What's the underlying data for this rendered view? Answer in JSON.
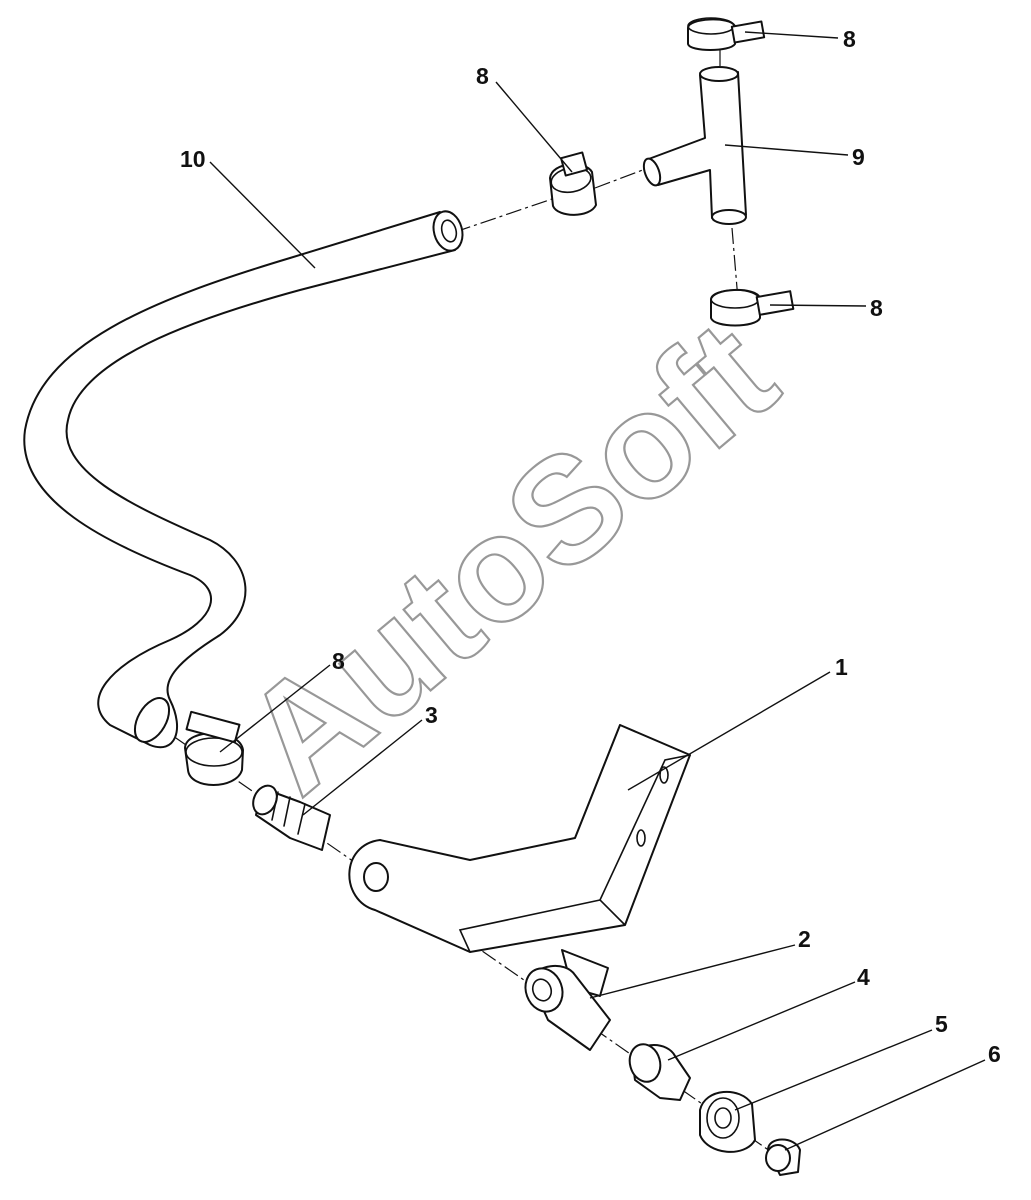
{
  "watermark": "AutoSoft",
  "callouts": {
    "c1": "1",
    "c2": "2",
    "c3": "3",
    "c4": "4",
    "c5": "5",
    "c6": "6",
    "c8a": "8",
    "c8b": "8",
    "c8c": "8",
    "c8d": "8",
    "c9": "9",
    "c10": "10"
  }
}
